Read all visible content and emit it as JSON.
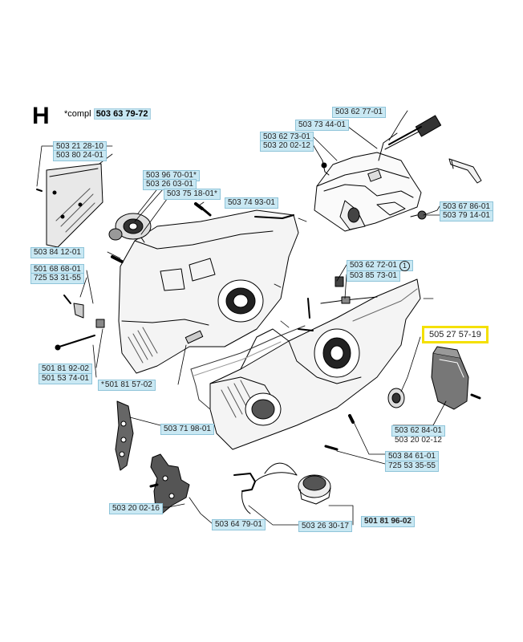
{
  "section_letter": "H",
  "compl": {
    "prefix": "*compl",
    "value": "503 63 79-72"
  },
  "labels": [
    {
      "id": "p503627701",
      "text": "503 62 77-01"
    },
    {
      "id": "p503734401",
      "text": "503 73 44-01"
    },
    {
      "id": "p503627301",
      "text": "503 62 73-01"
    },
    {
      "id": "p503200212a",
      "text": "503 20 02-12"
    },
    {
      "id": "p503212810",
      "text": "503 21 28-10"
    },
    {
      "id": "p503802401",
      "text": "503 80 24-01"
    },
    {
      "id": "p503967001",
      "text": "503 96 70-01",
      "suffix": "*"
    },
    {
      "id": "p503260301",
      "text": "503 26 03-01"
    },
    {
      "id": "p503751801",
      "text": "503 75 18-01",
      "suffix": "*"
    },
    {
      "id": "p503749301",
      "text": "503 74 93-01"
    },
    {
      "id": "p503678601",
      "text": "503 67 86-01"
    },
    {
      "id": "p503791401",
      "text": "503 79 14-01"
    },
    {
      "id": "p503841201",
      "text": "503 84 12-01"
    },
    {
      "id": "p501686801",
      "text": "501 68 68-01"
    },
    {
      "id": "p725533155",
      "text": "725 53 31-55"
    },
    {
      "id": "p503627201",
      "text": "503 62 72-01",
      "circle": "1"
    },
    {
      "id": "p503857301",
      "text": "503 85 73-01"
    },
    {
      "id": "p505275719",
      "text": "505 27 57-19"
    },
    {
      "id": "p501819202",
      "text": "501 81 92-02"
    },
    {
      "id": "p501537401",
      "text": "501 53 74-01"
    },
    {
      "id": "p501815702",
      "text": "501 81 57-02",
      "prefix": "*"
    },
    {
      "id": "p503628401",
      "text": "503 62 84-01"
    },
    {
      "id": "p503200212b",
      "text": "503 20 02-12"
    },
    {
      "id": "p503719801",
      "text": "503 71 98-01"
    },
    {
      "id": "p503846101",
      "text": "503 84 61-01"
    },
    {
      "id": "p725533555",
      "text": "725 53 35-55"
    },
    {
      "id": "p503200216",
      "text": "503 20 02-16"
    },
    {
      "id": "p503647901",
      "text": "503 64 79-01"
    },
    {
      "id": "p503263017",
      "text": "503 26 30-17"
    },
    {
      "id": "p501819602",
      "text": "501 81 96-02"
    }
  ]
}
